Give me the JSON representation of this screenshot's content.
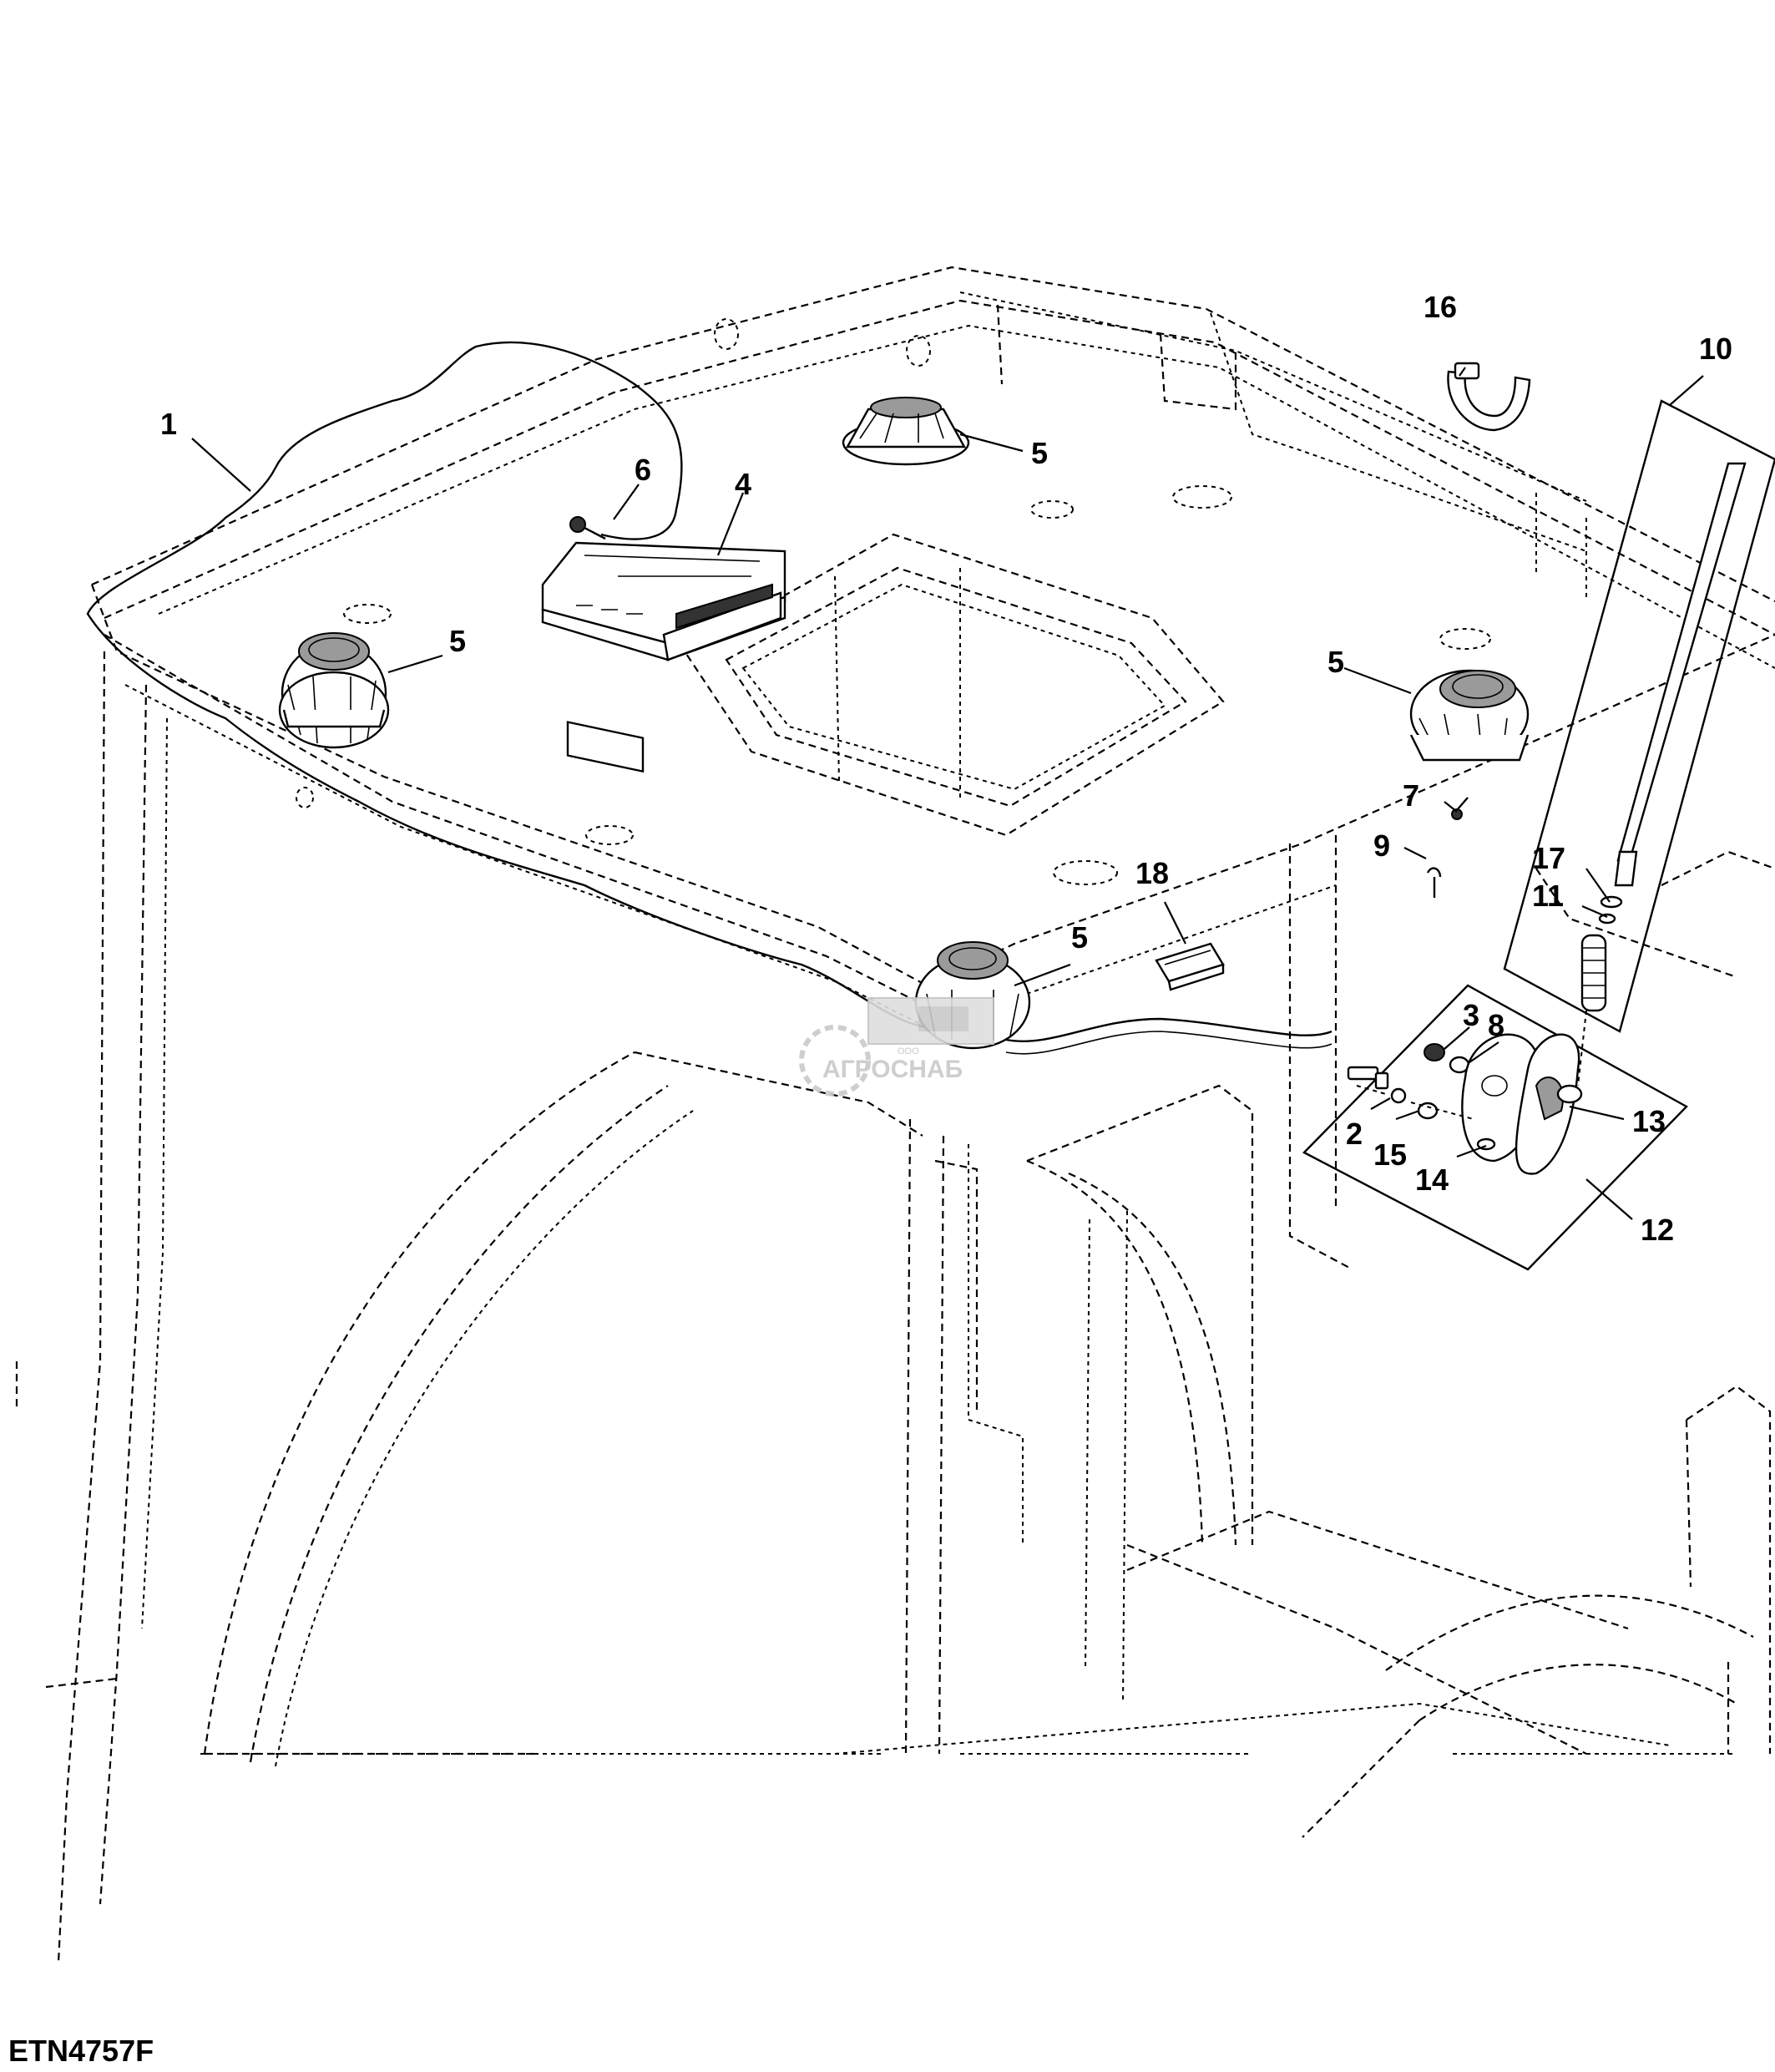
{
  "diagram": {
    "code": "ETN4757F",
    "watermark": {
      "top": "ООО",
      "main": "АГРОСНАБ"
    },
    "callouts": [
      "1",
      "2",
      "3",
      "4",
      "5",
      "5",
      "5",
      "5",
      "6",
      "7",
      "8",
      "9",
      "10",
      "11",
      "12",
      "13",
      "14",
      "15",
      "16",
      "17",
      "18"
    ]
  }
}
